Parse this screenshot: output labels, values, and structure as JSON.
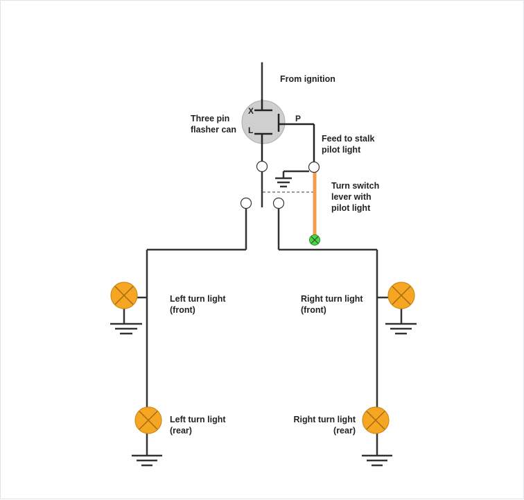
{
  "diagram": {
    "labels": {
      "from_ignition": "From ignition",
      "flasher_line1": "Three pin",
      "flasher_line2": "flasher can",
      "pin_x": "X",
      "pin_l": "L",
      "pin_p": "P",
      "feed_line1": "Feed to stalk",
      "feed_line2": "pilot light",
      "switch_line1": "Turn switch",
      "switch_line2": "lever with",
      "switch_line3": "pilot light",
      "left_front_line1": "Left turn light",
      "left_front_line2": "(front)",
      "right_front_line1": "Right turn light",
      "right_front_line2": "(front)",
      "left_rear_line1": "Left turn light",
      "left_rear_line2": "(rear)",
      "right_rear_line1": "Right turn light",
      "right_rear_line2": "(rear)"
    },
    "colors": {
      "wire": "#333333",
      "flasher_fill": "#cfcfcf",
      "lamp_fill": "#f5a623",
      "lamp_stroke": "#cc8a1a",
      "pilot_wire": "#f39c4c",
      "pilot_lamp": "#4cd44c"
    }
  }
}
